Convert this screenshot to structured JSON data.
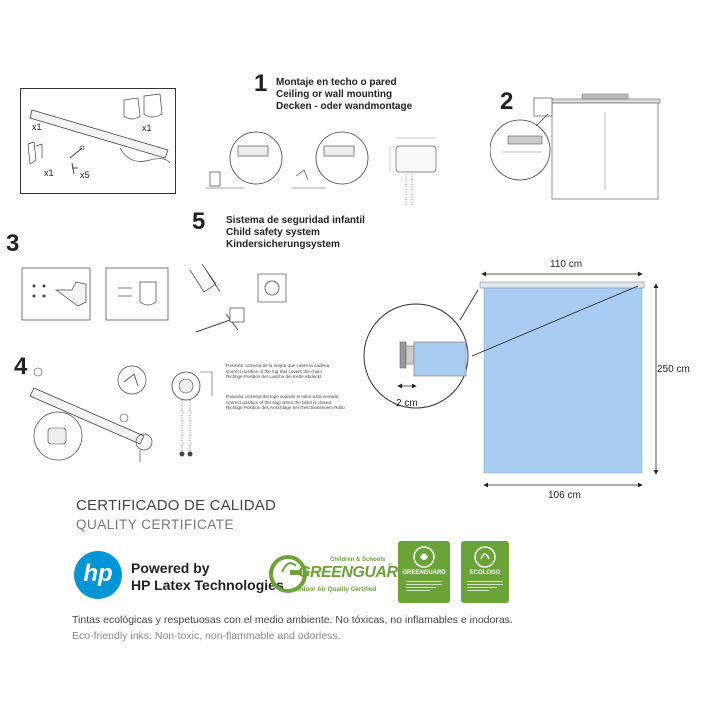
{
  "step1": {
    "number": "1",
    "lines": [
      "Montaje en techo o pared",
      "Ceiling or wall mounting",
      "Decken - oder wandmontage"
    ]
  },
  "step2": {
    "number": "2"
  },
  "step3": {
    "number": "3"
  },
  "step4": {
    "number": "4",
    "notes": [
      [
        "Posición correcta de la orejita que cubre la cadena",
        "Correct position of the lug that covers the chain",
        "Richtige Position der Lasche die Kette Abdeckt"
      ],
      [
        "Posición correcta del tope cuando el estor esta cerrado",
        "Correct position of the stop when the blind is closed",
        "Richtige Position des Anschlage bei Geschlossenem Rollo"
      ]
    ]
  },
  "step5": {
    "number": "5",
    "lines": [
      "Sistema de seguridad infantil",
      "Child safety system",
      "Kindersicherungsystem"
    ]
  },
  "parts": {
    "q1": "x1",
    "q2": "x1",
    "q3": "x1",
    "q4": "x5"
  },
  "dimensions": {
    "width_top": "110 cm",
    "height": "250 cm",
    "width_bottom": "106 cm",
    "detail": "2 cm"
  },
  "certificate": {
    "title": "CERTIFICADO DE CALIDAD",
    "subtitle": "QUALITY CERTIFICATE"
  },
  "hp": {
    "logo": "hp",
    "line1": "Powered by",
    "line2": "HP Latex Technologies"
  },
  "greenguard": {
    "top": "Children & Schools",
    "name": "GREENGUARD",
    "reg": "®",
    "tagline": "Indoor Air Quality Certified",
    "badge1": "GREENGUARD",
    "badge2": "ECOLOGO"
  },
  "footer": {
    "es": "Tintas ecológicas y respetuosas con el medio ambiente. No tóxicas, no inflamables e inodoras.",
    "en": "Eco-friendly inks. Non-toxic, non-flammable and odorless."
  },
  "colors": {
    "blind": "#a9cdf2",
    "green": "#6aa337",
    "hp_blue": "#0096d6"
  }
}
